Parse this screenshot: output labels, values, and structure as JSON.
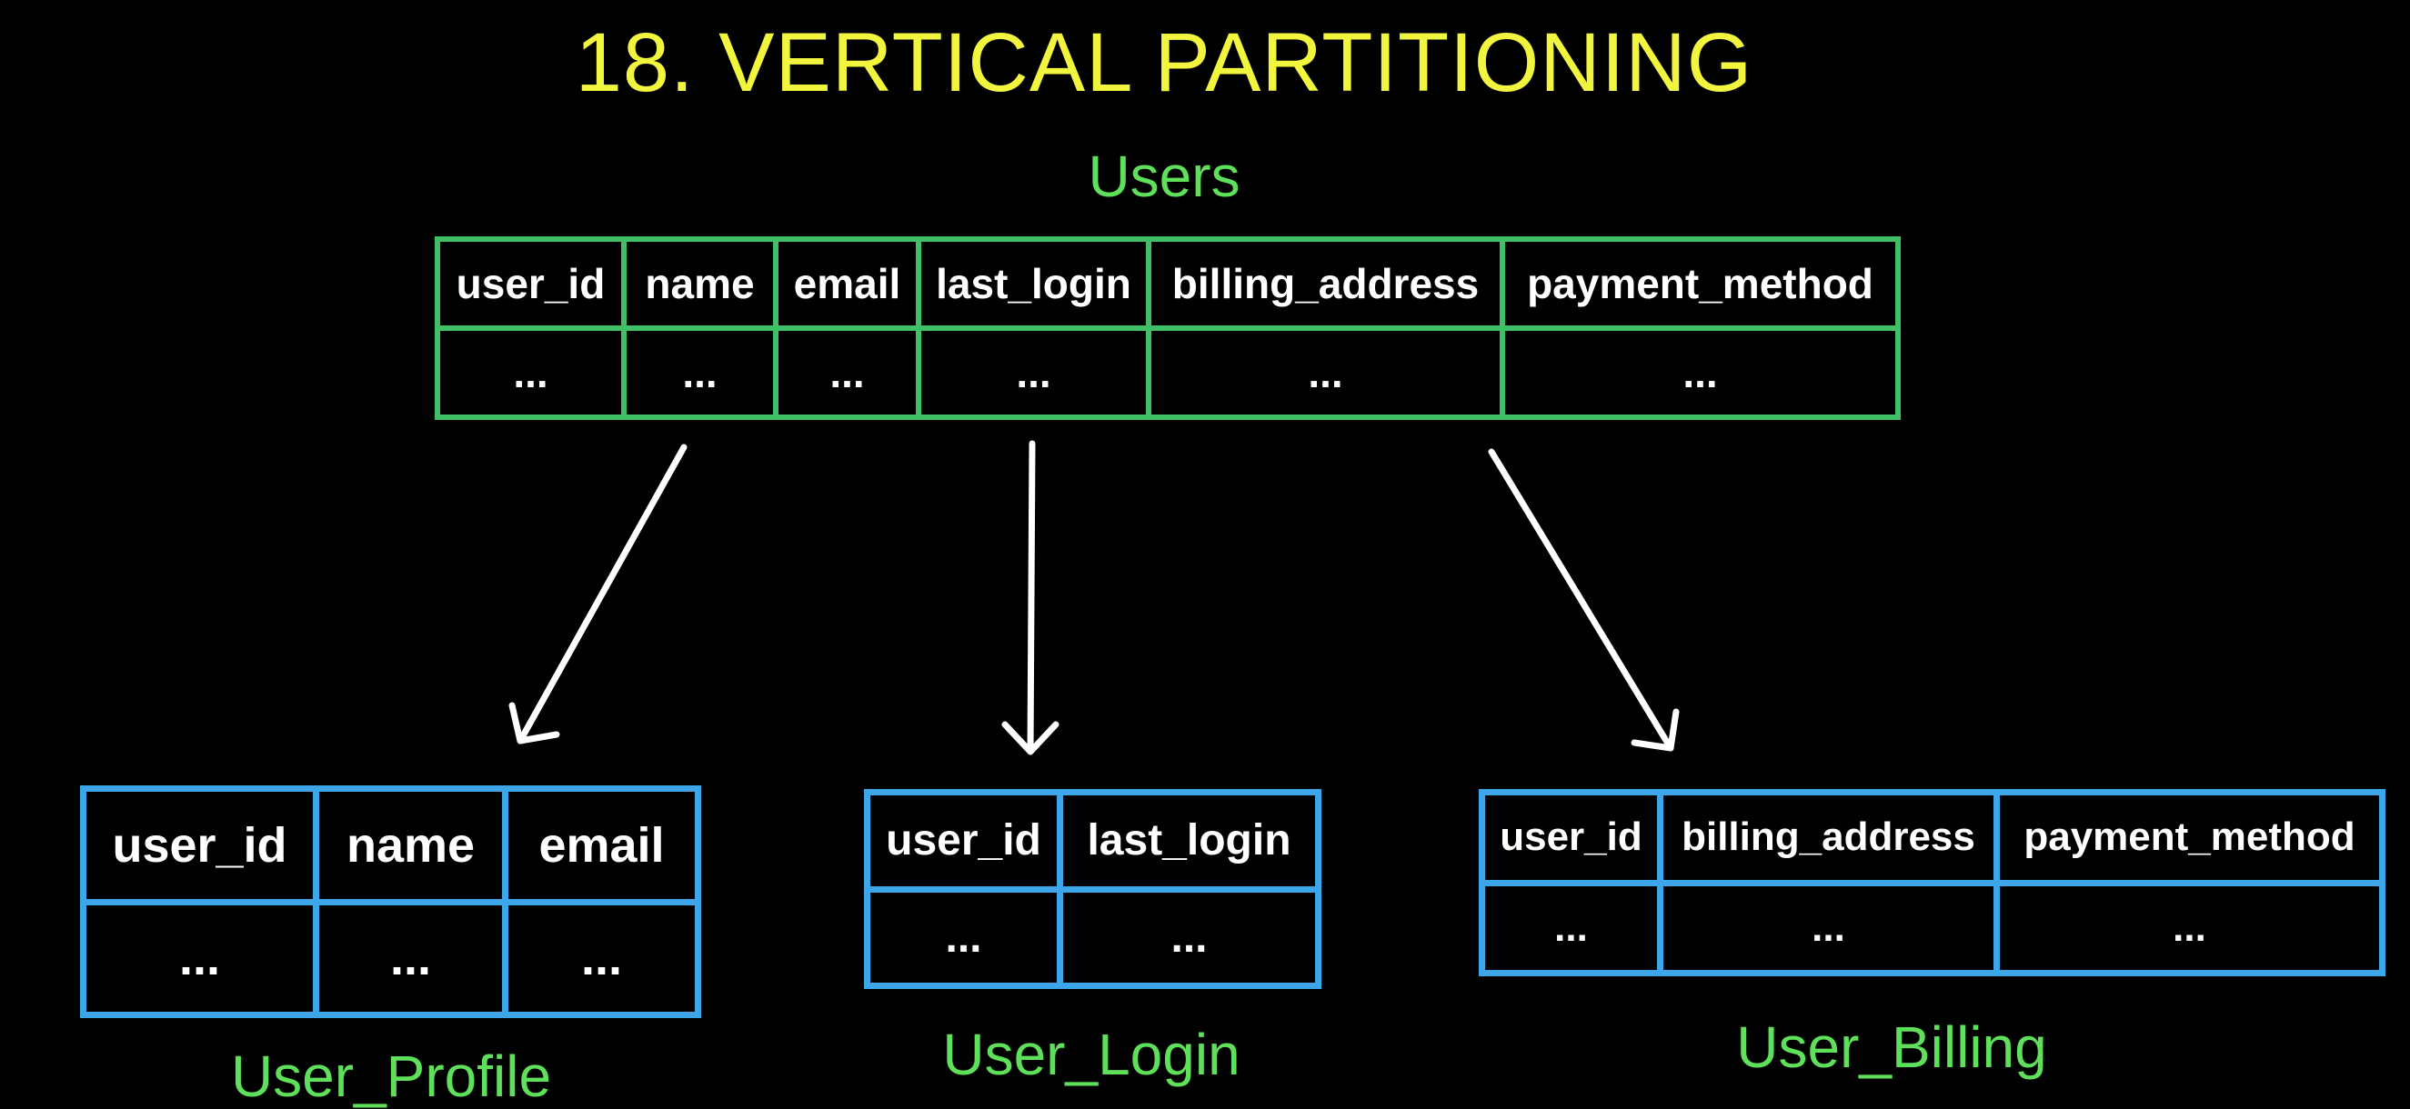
{
  "title": "18. VERTICAL PARTITIONING",
  "colors": {
    "title": "#f2f53e",
    "label": "#5fe05a",
    "source_border": "#3fbf66",
    "partition_border": "#3da6e8",
    "arrow": "#ffffff"
  },
  "source": {
    "name": "Users",
    "columns": [
      "user_id",
      "name",
      "email",
      "last_login",
      "billing_address",
      "payment_method"
    ],
    "row": [
      "...",
      "...",
      "...",
      "...",
      "...",
      "..."
    ]
  },
  "partitions": [
    {
      "name": "User_Profile",
      "columns": [
        "user_id",
        "name",
        "email"
      ],
      "row": [
        "...",
        "...",
        "..."
      ]
    },
    {
      "name": "User_Login",
      "columns": [
        "user_id",
        "last_login"
      ],
      "row": [
        "...",
        "..."
      ]
    },
    {
      "name": "User_Billing",
      "columns": [
        "user_id",
        "billing_address",
        "payment_method"
      ],
      "row": [
        "...",
        "...",
        "..."
      ]
    }
  ]
}
